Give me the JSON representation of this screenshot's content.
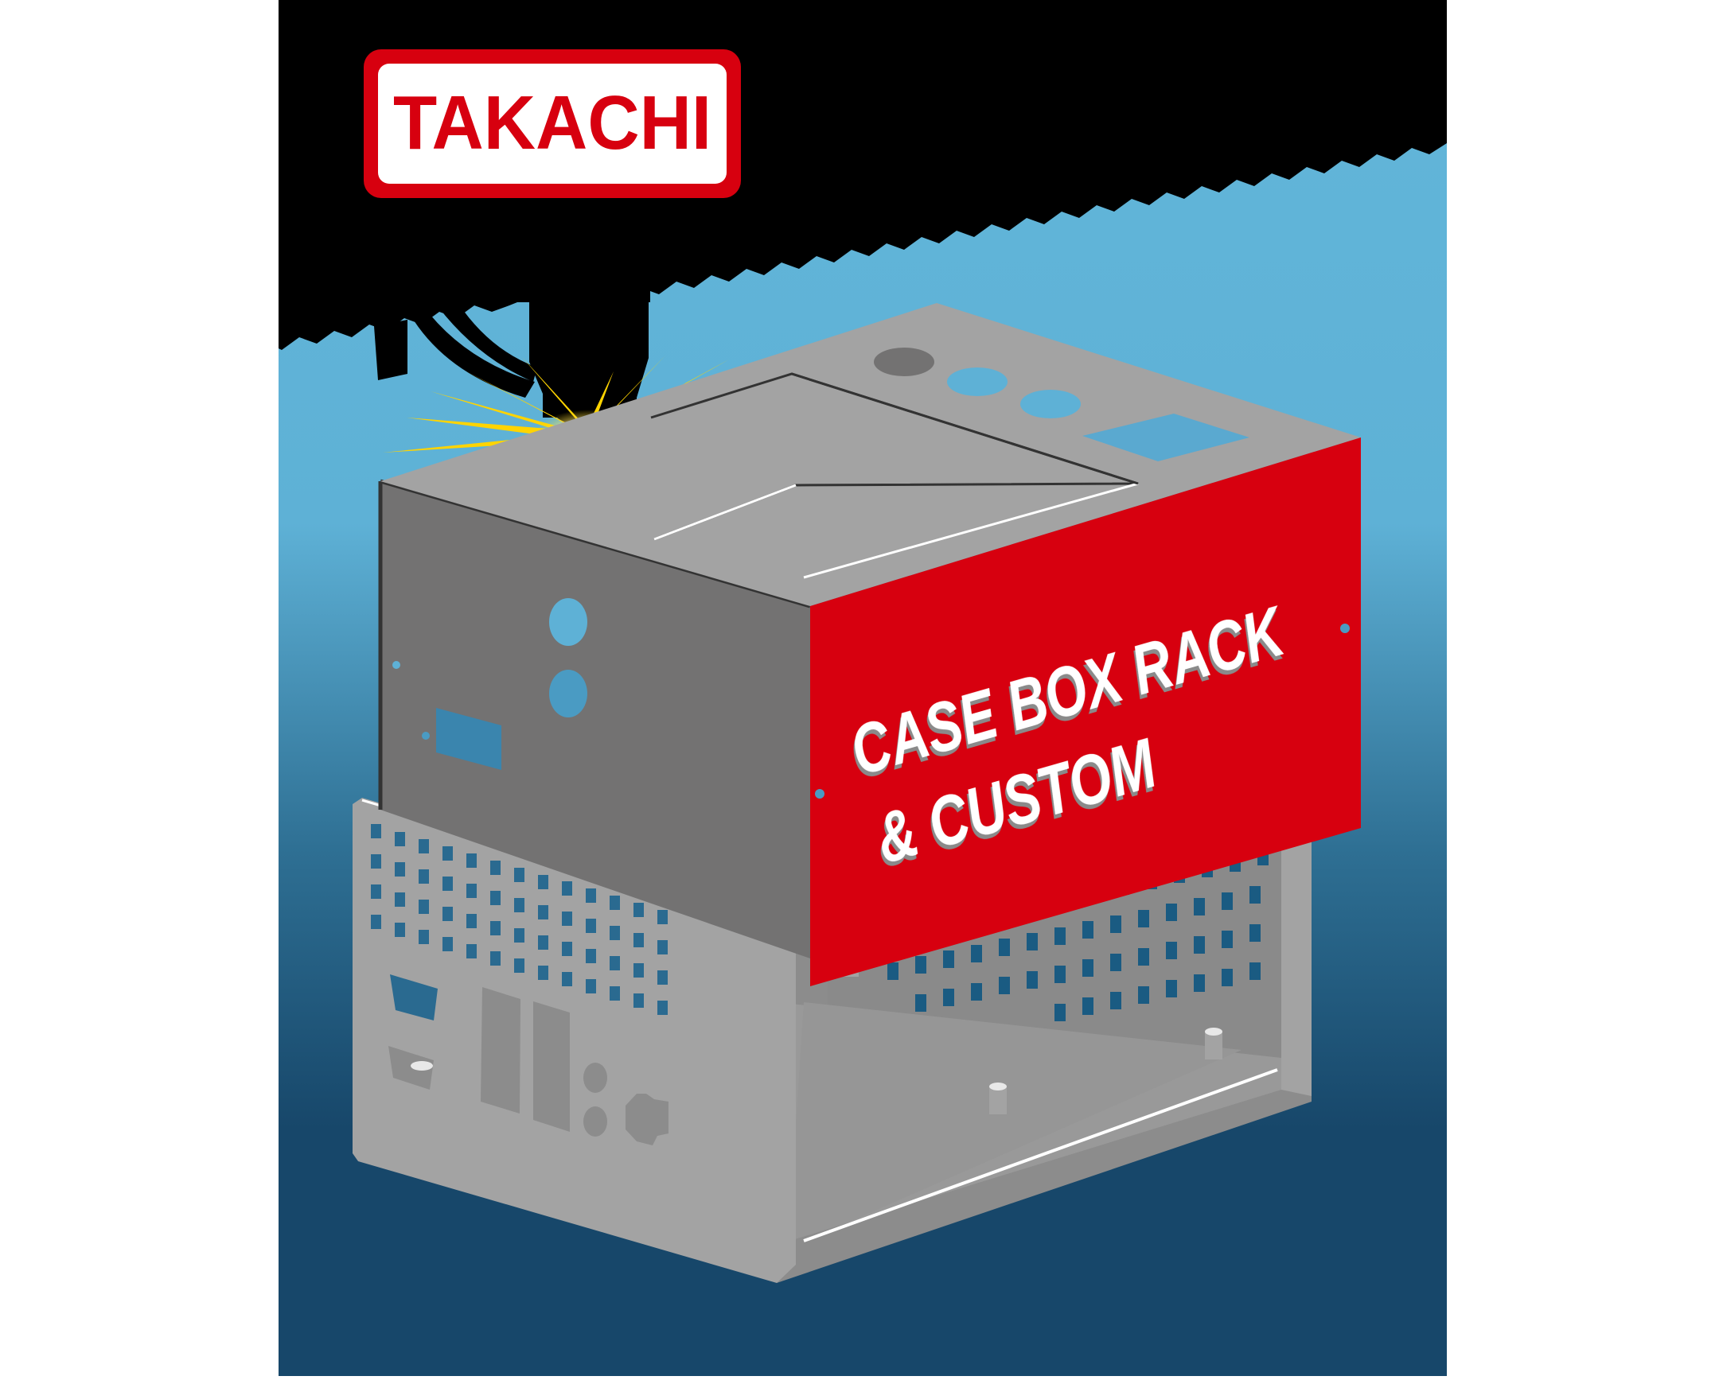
{
  "poster": {
    "brand": {
      "name": "TAKACHI",
      "text_color": "#d7000f",
      "border_color": "#d7000f",
      "fill_color": "#ffffff"
    },
    "panel": {
      "line1": "CASE BOX RACK",
      "line2": "& CUSTOM",
      "panel_color": "#d7000f",
      "text_color": "#ffffff"
    },
    "colors": {
      "sky_top": "#62b6d9",
      "sky_bottom": "#17476a",
      "night": "#000000",
      "metal_light": "#a3a3a3",
      "metal_mid": "#8c8c8c",
      "metal_dark": "#737272",
      "spark": "#ffd400",
      "margin": "#ffffff"
    },
    "illustration": {
      "subject": "laser-cutter-head-cutting-metal-enclosure",
      "objects": [
        "laser-head-icon",
        "spark-icon",
        "upper-cover",
        "lower-chassis",
        "red-front-panel"
      ]
    }
  }
}
